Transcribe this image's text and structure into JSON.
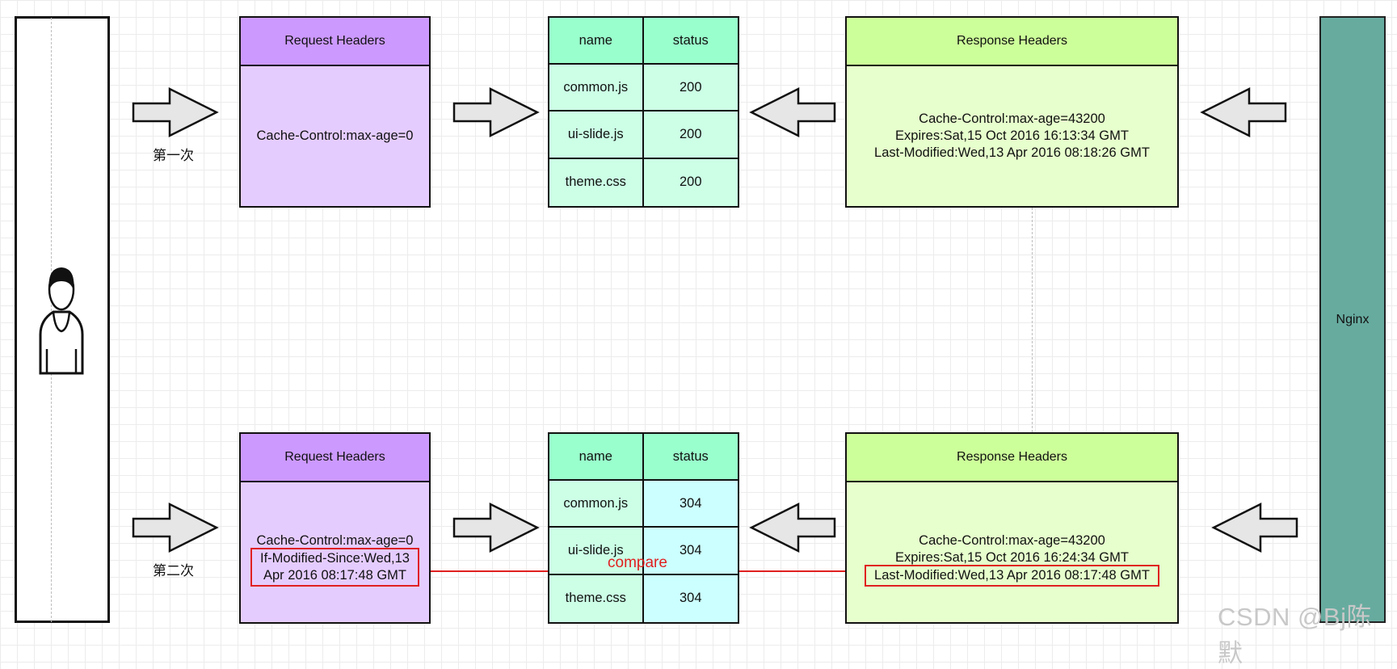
{
  "client": {
    "icon": "person-icon"
  },
  "server": {
    "label": "Nginx"
  },
  "rounds": [
    {
      "label": "第一次",
      "request": {
        "title": "Request Headers",
        "lines": [
          "Cache-Control:max-age=0"
        ]
      },
      "table": {
        "headers": [
          "name",
          "status"
        ],
        "rows": [
          [
            "common.js",
            "200"
          ],
          [
            "ui-slide.js",
            "200"
          ],
          [
            "theme.css",
            "200"
          ]
        ]
      },
      "response": {
        "title": "Response Headers",
        "lines": [
          "Cache-Control:max-age=43200",
          "Expires:Sat,15 Oct 2016 16:13:34 GMT",
          "Last-Modified:Wed,13 Apr 2016 08:18:26 GMT"
        ]
      }
    },
    {
      "label": "第二次",
      "request": {
        "title": "Request Headers",
        "lines": [
          "Cache-Control:max-age=0",
          "If-Modified-Since:Wed,13",
          "Apr 2016 08:17:48 GMT"
        ]
      },
      "table": {
        "headers": [
          "name",
          "status"
        ],
        "rows": [
          [
            "common.js",
            "304"
          ],
          [
            "ui-slide.js",
            "304"
          ],
          [
            "theme.css",
            "304"
          ]
        ]
      },
      "response": {
        "title": "Response Headers",
        "lines": [
          "Cache-Control:max-age=43200",
          "Expires:Sat,15 Oct 2016 16:24:34 GMT",
          "Last-Modified:Wed,13 Apr 2016 08:17:48 GMT"
        ]
      }
    }
  ],
  "compare_label": "compare",
  "watermark": "CSDN @Bj陈默",
  "colors": {
    "request_header": "#cc99ff",
    "request_body": "#e5ccff",
    "table_header": "#99ffcc",
    "table_cell": "#ccffe6",
    "table_cell_304": "#ccffff",
    "response_header": "#ccff99",
    "response_body": "#e6ffcc",
    "nginx": "#67ab9f",
    "arrow_fill": "#e6e6e6",
    "highlight": "#e02020"
  }
}
